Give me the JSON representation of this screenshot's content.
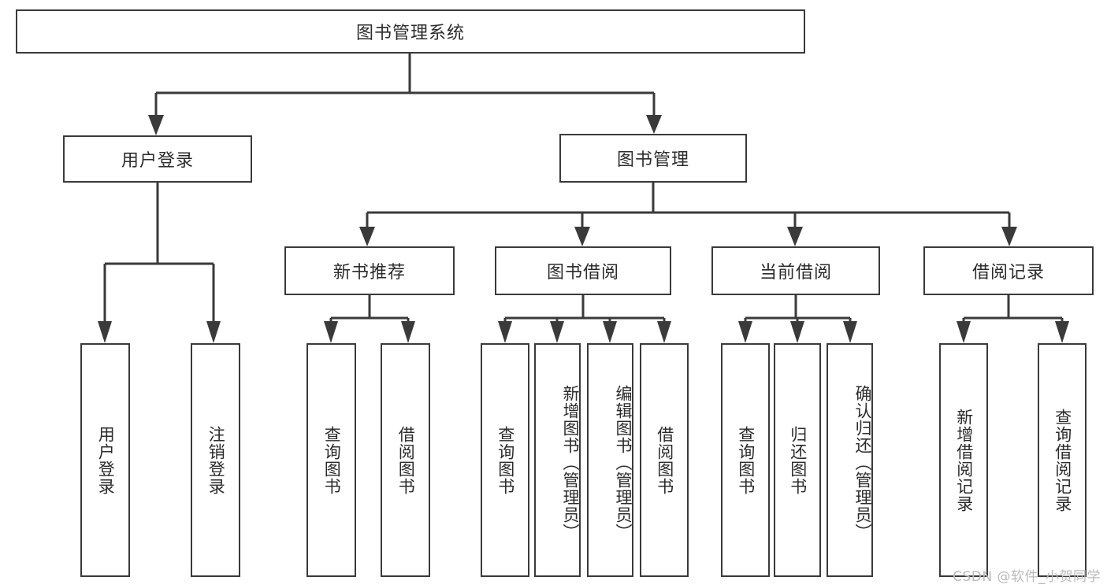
{
  "diagram": {
    "type": "tree",
    "title": "图书管理系统",
    "root": {
      "label": "图书管理系统"
    },
    "level1": [
      {
        "label": "用户登录"
      },
      {
        "label": "图书管理"
      }
    ],
    "level2": [
      {
        "label": "新书推荐"
      },
      {
        "label": "图书借阅"
      },
      {
        "label": "当前借阅"
      },
      {
        "label": "借阅记录"
      }
    ],
    "leaves": {
      "user_login": [
        {
          "label": "用户登录"
        },
        {
          "label": "注销登录"
        }
      ],
      "new_book_recommend": [
        {
          "label": "查询图书"
        },
        {
          "label": "借阅图书"
        }
      ],
      "book_borrow": [
        {
          "label": "查询图书"
        },
        {
          "label": "新增图书（管理员）"
        },
        {
          "label": "编辑图书（管理员）"
        },
        {
          "label": "借阅图书"
        }
      ],
      "current_borrow": [
        {
          "label": "查询图书"
        },
        {
          "label": "归还图书"
        },
        {
          "label": "确认归还（管理员）"
        }
      ],
      "borrow_record": [
        {
          "label": "新增借阅记录"
        },
        {
          "label": "查询借阅记录"
        }
      ]
    }
  },
  "watermark": {
    "text": "CSDN @软件_小贺同学"
  },
  "colors": {
    "stroke": "#3a3a3a",
    "text": "#2b2b2b",
    "background": "#ffffff",
    "watermark": "#b9b9b9"
  }
}
